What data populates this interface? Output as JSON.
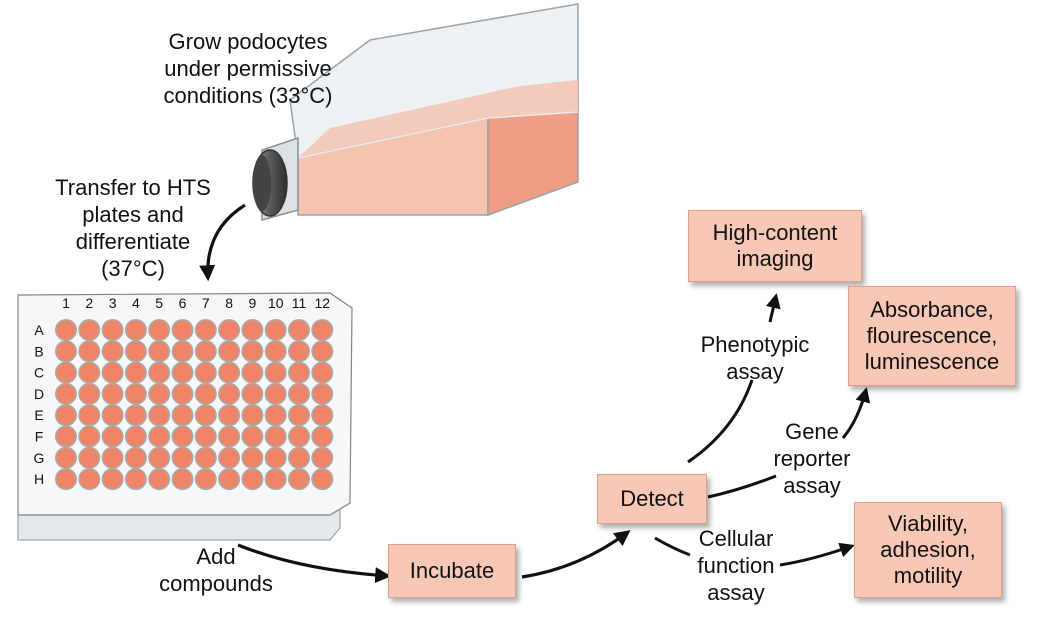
{
  "steps": {
    "grow": [
      "Grow podocytes",
      "under permissive",
      "conditions (33°C)"
    ],
    "transfer": [
      "Transfer to HTS",
      "plates and",
      "differentiate",
      "(37°C)"
    ],
    "add": [
      "Add",
      "compounds"
    ]
  },
  "boxes": {
    "incubate": [
      "Incubate"
    ],
    "detect": [
      "Detect"
    ],
    "imaging": [
      "High-content",
      "imaging"
    ],
    "absorbance": [
      "Absorbance,",
      "flourescence,",
      "luminescence"
    ],
    "viability": [
      "Viability,",
      "adhesion,",
      "motility"
    ]
  },
  "assays": {
    "phenotypic": [
      "Phenotypic",
      "assay"
    ],
    "gene": [
      "Gene",
      "reporter",
      "assay"
    ],
    "cellular": [
      "Cellular",
      "function",
      "assay"
    ]
  },
  "plate": {
    "columns": [
      "1",
      "2",
      "3",
      "4",
      "5",
      "6",
      "7",
      "8",
      "9",
      "10",
      "11",
      "12"
    ],
    "rows": [
      "A",
      "B",
      "C",
      "D",
      "E",
      "F",
      "G",
      "H"
    ]
  },
  "colors": {
    "box_fill": "#f8c8b6",
    "well_fill": "#f08466",
    "flask_fill": "#f5c3b0"
  }
}
